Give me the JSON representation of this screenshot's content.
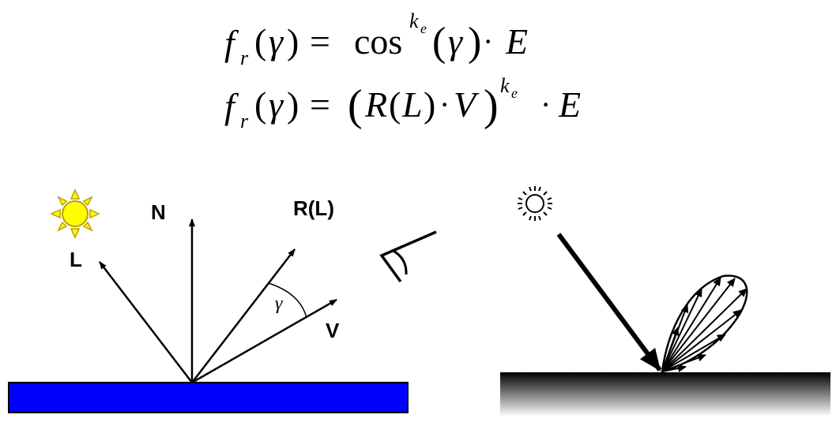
{
  "equation_1": {
    "f": "f",
    "r": "r",
    "gamma": "γ",
    "equals": "=",
    "cos": "cos",
    "k": "k",
    "e": "e",
    "dot": "·",
    "E": "E"
  },
  "equation_2": {
    "f": "f",
    "r": "r",
    "gamma": "γ",
    "equals": "=",
    "R": "R",
    "L": "L",
    "dot": "·",
    "V": "V",
    "k": "k",
    "e": "e",
    "E": "E"
  },
  "left_diagram": {
    "label_L": "L",
    "label_N": "N",
    "label_RL": "R(L)",
    "label_V": "V",
    "label_gamma": "γ",
    "surface_color": "#0000FF",
    "sun_color": "#FFFF00",
    "sun_outline": "#B8A000"
  },
  "center_icon": {
    "name": "angle-symbol-icon"
  },
  "right_diagram": {
    "light_icon": "sun-outline-icon",
    "surface_gradient": [
      "#000000",
      "#FFFFFF"
    ]
  }
}
